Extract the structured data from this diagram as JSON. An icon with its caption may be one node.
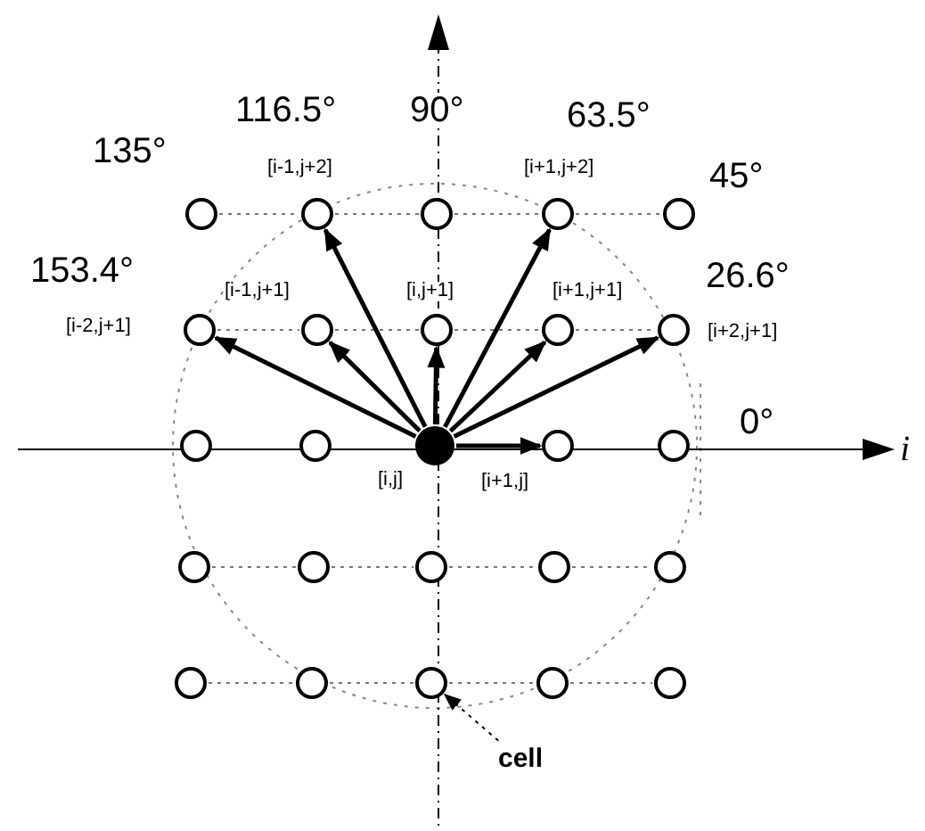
{
  "diagram": {
    "nodes": [
      {
        "text": [],
        "shape": "circle",
        "beside": [
          "135°"
        ]
      },
      {
        "text": [],
        "shape": "circle",
        "beside": [
          "116.5°",
          "[i-1,j+2]"
        ]
      },
      {
        "text": [],
        "shape": "circle",
        "beside": [
          "90°"
        ]
      },
      {
        "text": [],
        "shape": "circle",
        "beside": [
          "63.5°",
          "[i+1,j+2]"
        ]
      },
      {
        "text": [],
        "shape": "circle",
        "beside": [
          "45°"
        ]
      },
      {
        "text": [],
        "shape": "circle",
        "beside": [
          "153.4°",
          "[i-2,j+1]"
        ]
      },
      {
        "text": [],
        "shape": "circle",
        "beside": [
          "[i-1,j+1]"
        ]
      },
      {
        "text": [],
        "shape": "circle",
        "beside": [
          "[i,j+1]"
        ]
      },
      {
        "text": [],
        "shape": "circle",
        "beside": [
          "[i+1,j+1]"
        ]
      },
      {
        "text": [],
        "shape": "circle",
        "beside": [
          "26.6°",
          "[i+2,j+1]"
        ]
      },
      {
        "text": [],
        "shape": "circle"
      },
      {
        "text": [],
        "shape": "circle"
      },
      {
        "text": [],
        "shape": "circle",
        "beside": [
          "[i,j]"
        ]
      },
      {
        "text": [],
        "shape": "circle",
        "beside": [
          "[i+1,j]"
        ]
      },
      {
        "text": [],
        "shape": "circle"
      },
      {
        "text": [],
        "shape": "circle"
      },
      {
        "text": [],
        "shape": "circle"
      },
      {
        "text": [],
        "shape": "circle"
      },
      {
        "text": [],
        "shape": "circle"
      },
      {
        "text": [],
        "shape": "circle"
      },
      {
        "text": [],
        "shape": "circle"
      },
      {
        "text": [],
        "shape": "circle"
      },
      {
        "text": [],
        "shape": "circle"
      },
      {
        "text": [],
        "shape": "circle"
      },
      {
        "text": [],
        "shape": "circle"
      },
      {
        "text": [
          "cell"
        ]
      }
    ],
    "edges": [
      {
        "from": 12,
        "to": 5,
        "arrow": "to"
      },
      {
        "from": 12,
        "to": 6,
        "arrow": "to"
      },
      {
        "from": 12,
        "to": 7,
        "arrow": "to"
      },
      {
        "from": 12,
        "to": 8,
        "arrow": "to"
      },
      {
        "from": 12,
        "to": 9,
        "arrow": "to"
      },
      {
        "from": 12,
        "to": 1,
        "arrow": "to"
      },
      {
        "from": 12,
        "to": 3,
        "arrow": "to"
      },
      {
        "from": 12,
        "to": 13,
        "arrow": "to"
      },
      {
        "from": 25,
        "to": 22,
        "arrow": "to",
        "style": "dashed"
      }
    ],
    "labels": [
      "0°",
      "i"
    ]
  }
}
